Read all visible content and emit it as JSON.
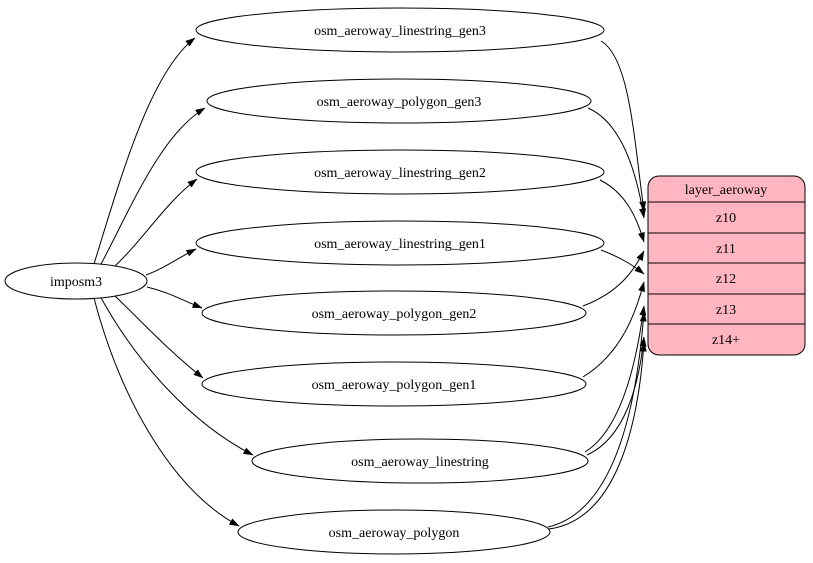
{
  "nodes": {
    "source": "imposm3",
    "tables": [
      "osm_aeroway_linestring_gen3",
      "osm_aeroway_polygon_gen3",
      "osm_aeroway_linestring_gen2",
      "osm_aeroway_linestring_gen1",
      "osm_aeroway_polygon_gen2",
      "osm_aeroway_polygon_gen1",
      "osm_aeroway_linestring",
      "osm_aeroway_polygon"
    ],
    "layer": {
      "title": "layer_aeroway",
      "rows": [
        "z10",
        "z11",
        "z12",
        "z13",
        "z14+"
      ],
      "fill": "#ffb6c1"
    }
  },
  "edges": {
    "from_source_to": [
      "osm_aeroway_linestring_gen3",
      "osm_aeroway_polygon_gen3",
      "osm_aeroway_linestring_gen2",
      "osm_aeroway_linestring_gen1",
      "osm_aeroway_polygon_gen2",
      "osm_aeroway_polygon_gen1",
      "osm_aeroway_linestring",
      "osm_aeroway_polygon"
    ],
    "table_to_zoom": [
      {
        "from": "osm_aeroway_linestring_gen3",
        "to": "z10"
      },
      {
        "from": "osm_aeroway_polygon_gen3",
        "to": "z10"
      },
      {
        "from": "osm_aeroway_linestring_gen2",
        "to": "z11"
      },
      {
        "from": "osm_aeroway_polygon_gen2",
        "to": "z11"
      },
      {
        "from": "osm_aeroway_linestring_gen1",
        "to": "z12"
      },
      {
        "from": "osm_aeroway_polygon_gen1",
        "to": "z12"
      },
      {
        "from": "osm_aeroway_linestring",
        "to": "z13"
      },
      {
        "from": "osm_aeroway_linestring",
        "to": "z14+"
      },
      {
        "from": "osm_aeroway_polygon",
        "to": "z13"
      },
      {
        "from": "osm_aeroway_polygon",
        "to": "z14+"
      }
    ]
  }
}
